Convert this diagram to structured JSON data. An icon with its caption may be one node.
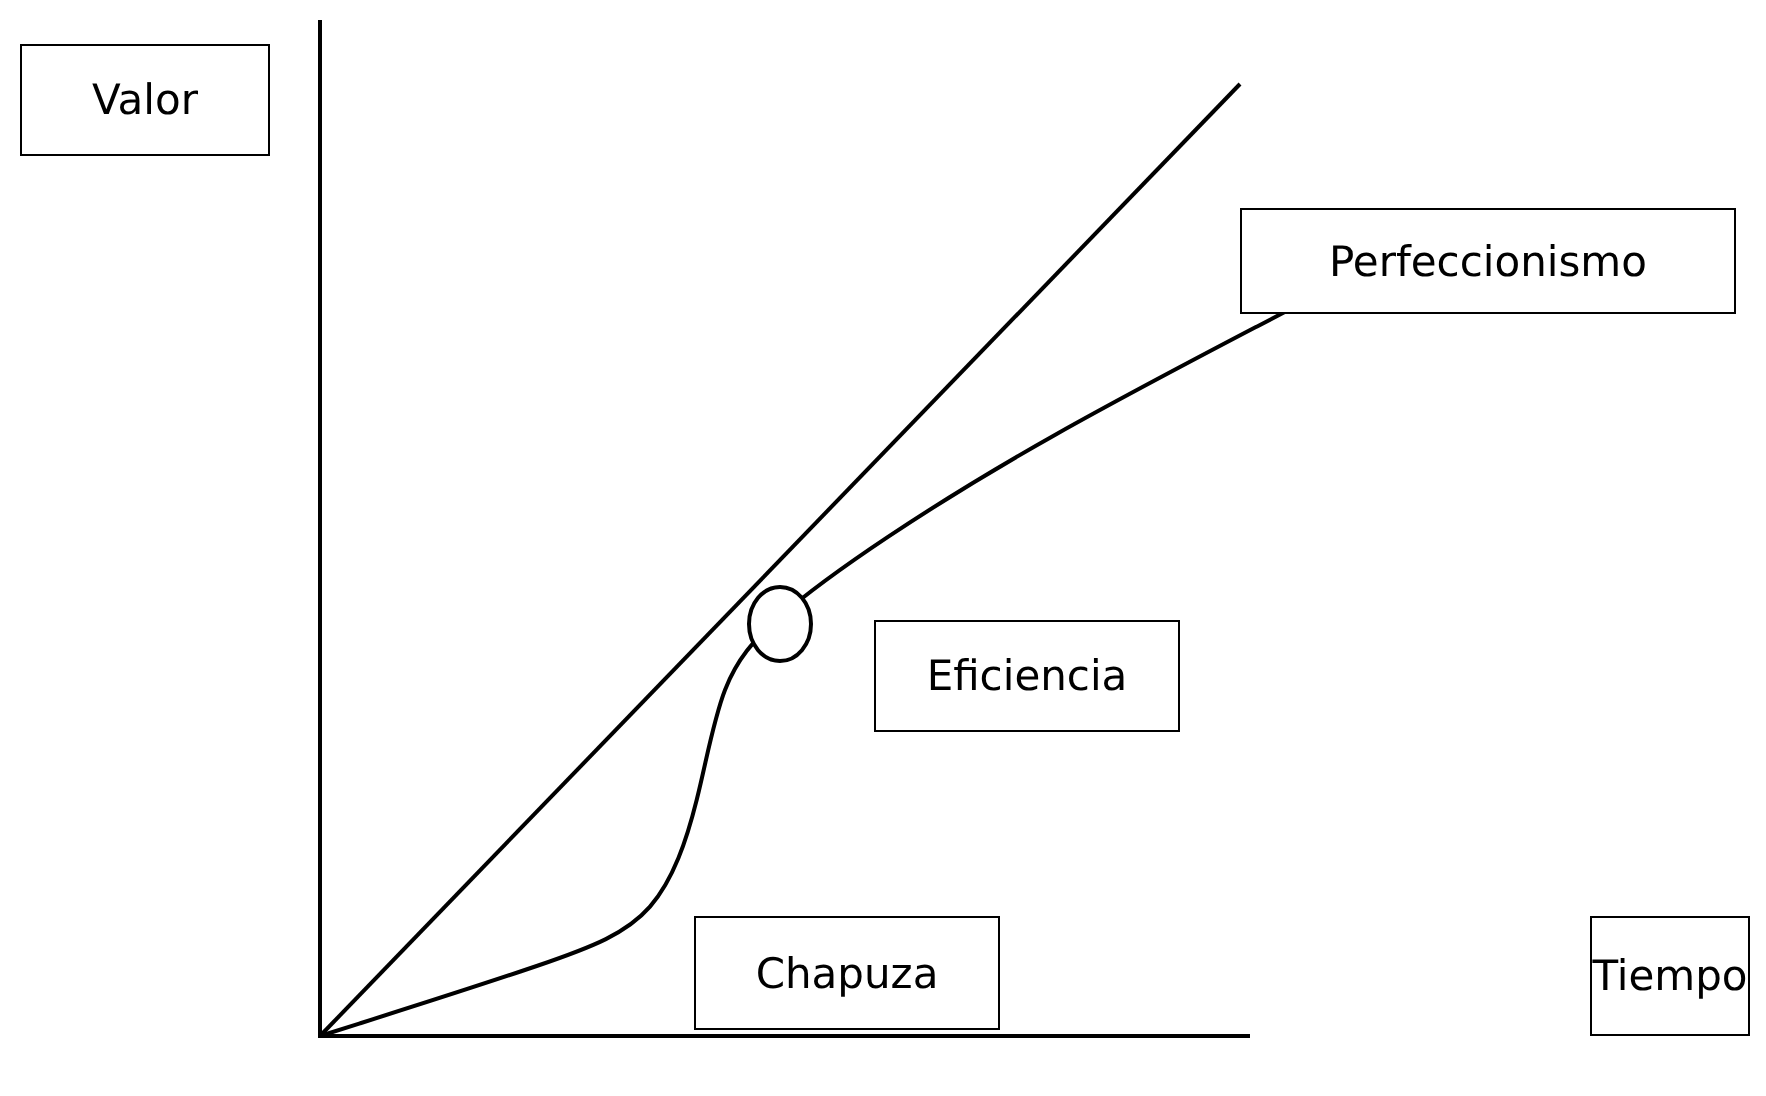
{
  "diagram": {
    "nodes": [
      {
        "text": [
          "Valor"
        ]
      },
      {
        "text": [
          "Perfeccionismo"
        ]
      },
      {
        "text": [],
        "shape": "circle"
      },
      {
        "text": [
          "Eficiencia"
        ]
      },
      {
        "text": [
          "Chapuza"
        ]
      },
      {
        "text": [
          "Tiempo"
        ]
      }
    ]
  }
}
